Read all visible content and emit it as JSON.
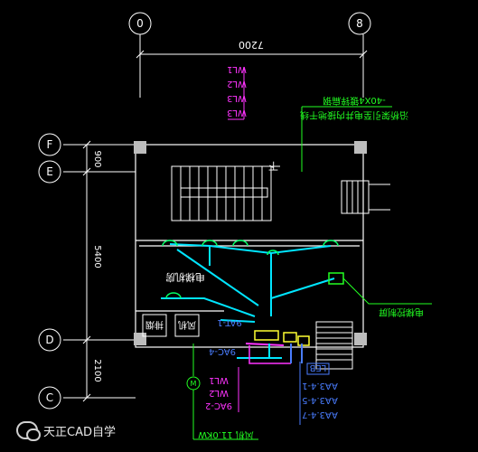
{
  "dimensions": {
    "top_span": "7200",
    "left_upper": "900",
    "left_middle": "5400",
    "left_lower": "2100"
  },
  "axis_bubbles": {
    "top_left": "0",
    "top_right": "8",
    "left_F": "F",
    "left_E": "E",
    "left_D": "D",
    "left_C": "C"
  },
  "top_circuit_labels": [
    "WL1",
    "WL2",
    "WL3",
    "WL3"
  ],
  "riser_labels": {
    "line1": "-40X4镀锌扁钢",
    "line2": "沿桥架引至电井内接地干线"
  },
  "room_labels": {
    "elevator_machine_room": "电梯机房",
    "exhaust": "排烟",
    "fan": "风机",
    "elevator_panel": "电梯控制屏",
    "stair_mark": "下"
  },
  "panel_labels": {
    "apt1": "9AT-1",
    "apc4": "9AC-4",
    "apc2": "9AC-2",
    "leb": "LEB"
  },
  "bottom_circuit_labels": [
    "WL1",
    "WL2",
    "9AC-2"
  ],
  "right_circuit_labels": [
    "AA3.4-1",
    "AA3.4-5",
    "AA3.4-7"
  ],
  "motor_label": "M",
  "fan_power": "风机 11.0KW",
  "watermark": "天正CAD自学",
  "colors": {
    "line": "#ffffff",
    "cyan": "#00e5ff",
    "green": "#22ff22",
    "magenta": "#ff33ff",
    "blue": "#4a7dff",
    "yellow": "#ffff33",
    "grey": "#bdbdbd"
  }
}
